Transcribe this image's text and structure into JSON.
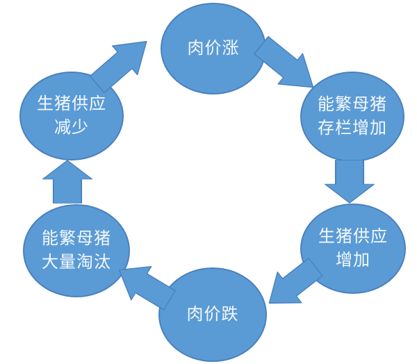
{
  "diagram": {
    "type": "cycle",
    "direction": "clockwise",
    "nodes": [
      {
        "line1": "肉价涨"
      },
      {
        "line1": "能繁母猪",
        "line2": "存栏增加"
      },
      {
        "line1": "生猪供应",
        "line2": "增加"
      },
      {
        "line1": "肉价跌"
      },
      {
        "line1": "能繁母猪",
        "line2": "大量淘汰"
      },
      {
        "line1": "生猪供应",
        "line2": "减少"
      }
    ],
    "arrows": [
      {
        "from": 0,
        "to": 1,
        "direction": "down-right"
      },
      {
        "from": 1,
        "to": 2,
        "direction": "down"
      },
      {
        "from": 2,
        "to": 3,
        "direction": "down-left"
      },
      {
        "from": 3,
        "to": 4,
        "direction": "up-left"
      },
      {
        "from": 4,
        "to": 5,
        "direction": "up"
      },
      {
        "from": 5,
        "to": 0,
        "direction": "up-right"
      }
    ],
    "colors": {
      "node_fill": "#5B9BD5",
      "node_border": "#4A80BE",
      "arrow_fill": "#5B9BD5",
      "arrow_border": "#4A80BE",
      "text_color": "#F4F9FD",
      "background": "#FFFFFF"
    }
  }
}
